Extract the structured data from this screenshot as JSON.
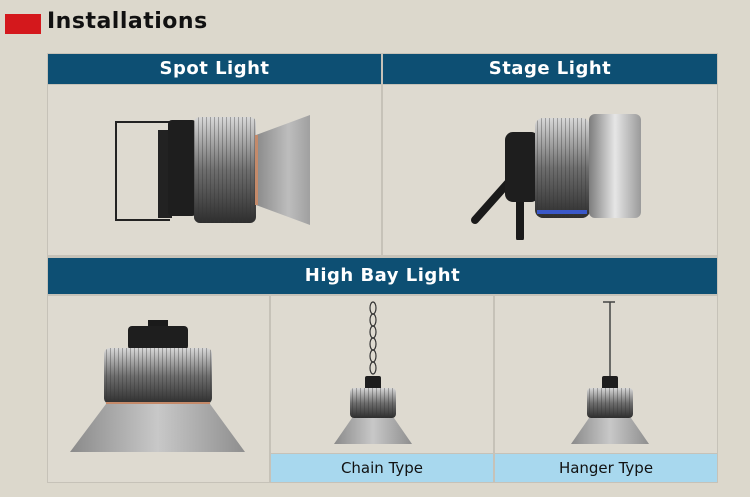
{
  "page": {
    "title": "Installations"
  },
  "headers": {
    "spot": "Spot Light",
    "stage": "Stage Light",
    "highbay": "High Bay Light"
  },
  "captions": {
    "chain": "Chain Type",
    "hanger": "Hanger Type"
  },
  "colors": {
    "header_bg": "#0d4f73",
    "caption_bg": "#a8d8ee",
    "accent_red": "#d4181c",
    "page_bg": "#dcd8cc"
  }
}
